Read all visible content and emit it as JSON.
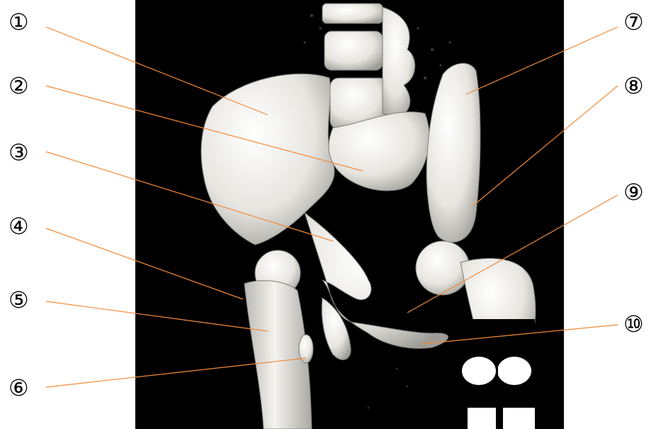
{
  "labels": [
    "①",
    "②",
    "③",
    "④",
    "⑤",
    "⑥",
    "⑦",
    "⑧",
    "⑨",
    "⑩"
  ],
  "colors": {
    "leader_line": "#f08a3a",
    "background": "#ffffff",
    "scan_background": "#000000",
    "bone": "#ecebe6",
    "bone_shadow": "#8f8f8a"
  }
}
